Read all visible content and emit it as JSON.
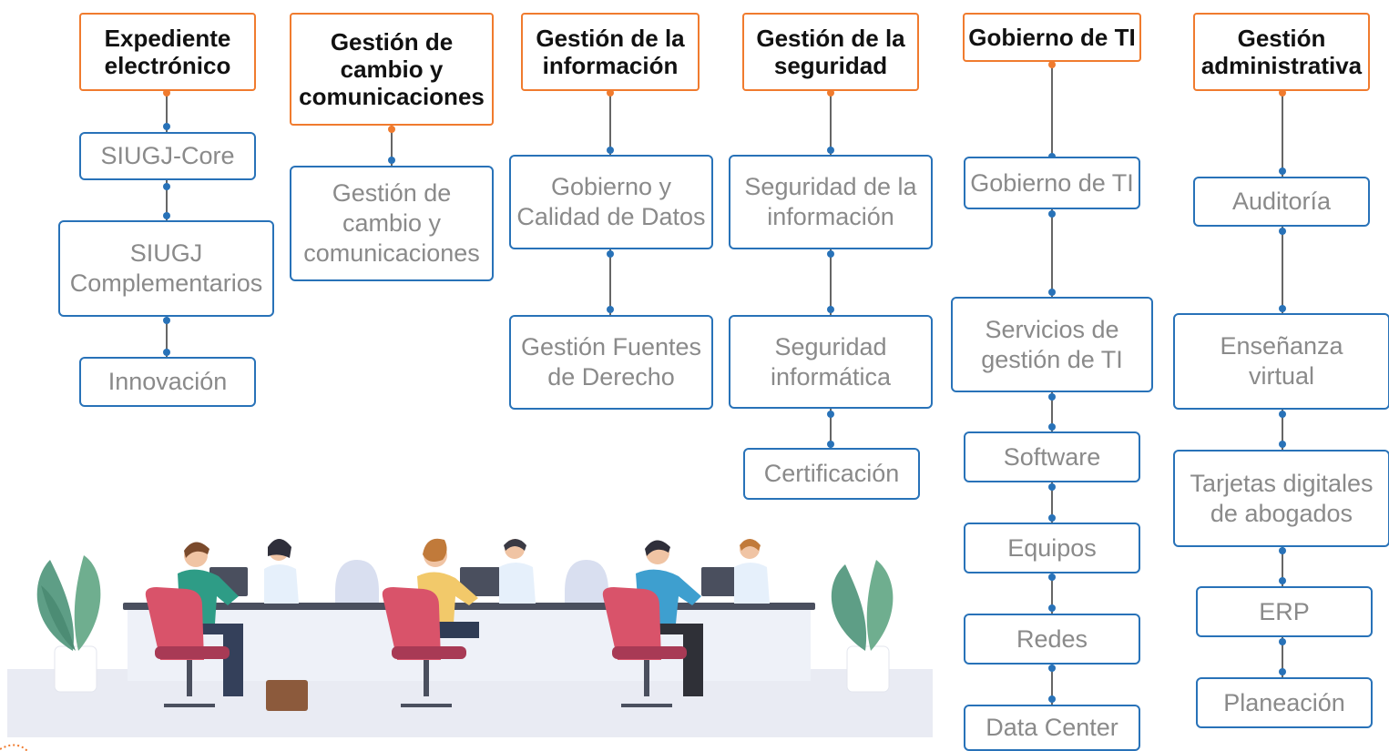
{
  "colors": {
    "header_border": "#f07b2e",
    "item_border": "#2872b8",
    "dot_head": "#f07b2e",
    "dot_item": "#2872b8"
  },
  "columns": [
    {
      "header": "Expediente\nelectrónico",
      "items": [
        "SIUGJ-Core",
        "SIUGJ\nComplementarios",
        "Innovación"
      ]
    },
    {
      "header": "Gestión de\ncambio y\ncomunicaciones",
      "items": [
        "Gestión de\ncambio y\ncomunicaciones"
      ]
    },
    {
      "header": "Gestión de la\ninformación",
      "items": [
        "Gobierno y\nCalidad de Datos",
        "Gestión Fuentes\nde Derecho"
      ]
    },
    {
      "header": "Gestión de la\nseguridad",
      "items": [
        "Seguridad de la\ninformación",
        "Seguridad\ninformática",
        "Certificación"
      ]
    },
    {
      "header": "Gobierno de TI",
      "items": [
        "Gobierno de TI",
        "Servicios de\ngestión de TI",
        "Software",
        "Equipos",
        "Redes",
        "Data Center"
      ]
    },
    {
      "header": "Gestión\nadministrativa",
      "items": [
        "Auditoría",
        "Enseñanza\nvirtual",
        "Tarjetas digitales\nde abogados",
        "ERP",
        "Planeación"
      ]
    }
  ],
  "illustration": {
    "icon": "service-desk-scene-icon"
  }
}
